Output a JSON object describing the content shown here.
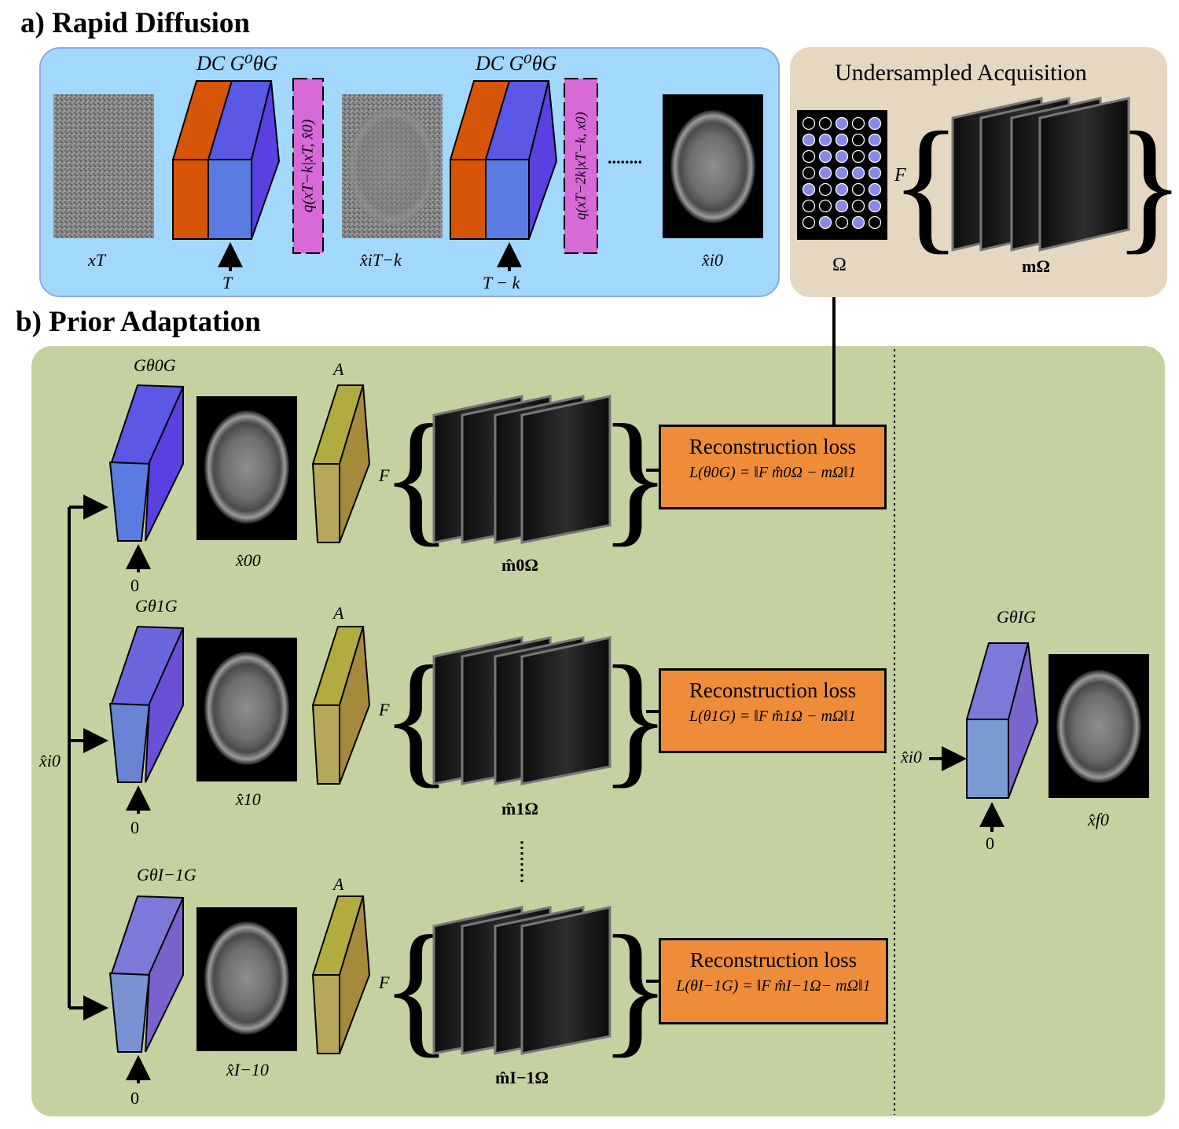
{
  "section_a": {
    "title": "a) Rapid Diffusion",
    "block1_label": "DC G⁰θG",
    "block2_label": "DC G⁰θG",
    "q1_label": "q(xT−k|xT, x̂0)",
    "q2_label": "q(xT−2k|xT−k, x0)",
    "x_T": "xT",
    "x_hat_Tk": "x̂iT−k",
    "x_hat_0": "x̂i0",
    "arrow1": "T",
    "arrow2": "T − k",
    "dots": "........"
  },
  "acquisition": {
    "title": "Undersampled Acquisition",
    "omega": "Ω",
    "fourier": "F",
    "m_omega": "mΩ",
    "mask_pattern": [
      [
        0,
        0,
        1,
        0,
        1
      ],
      [
        1,
        1,
        1,
        0,
        1
      ],
      [
        0,
        1,
        1,
        0,
        1
      ],
      [
        0,
        1,
        1,
        1,
        1
      ],
      [
        1,
        0,
        1,
        0,
        1
      ],
      [
        0,
        0,
        1,
        0,
        1
      ],
      [
        0,
        1,
        0,
        1,
        0
      ]
    ]
  },
  "section_b": {
    "title": "b) Prior Adaptation",
    "input_label": "x̂i0",
    "rows": [
      {
        "gen": "Gθ0G",
        "image": "x̂00",
        "op": "A",
        "fourier": "F",
        "meas": "m̂0Ω",
        "input": "0",
        "loss_title": "Reconstruction loss",
        "loss_formula": "L(θ0G) = ‖F m̂0Ω − mΩ‖1"
      },
      {
        "gen": "Gθ1G",
        "image": "x̂10",
        "op": "A",
        "fourier": "F",
        "meas": "m̂1Ω",
        "input": "0",
        "loss_title": "Reconstruction loss",
        "loss_formula": "L(θ1G) = ‖F m̂1Ω − mΩ‖1"
      },
      {
        "gen": "GθI−1G",
        "image": "x̂I−10",
        "op": "A",
        "fourier": "F",
        "meas": "m̂I−1Ω",
        "input": "0",
        "loss_title": "Reconstruction loss",
        "loss_formula": "L(θI−1G) = ‖F m̂I−1Ω− mΩ‖1"
      }
    ],
    "final": {
      "gen": "GθIG",
      "input": "x̂i0",
      "noise": "0",
      "output": "x̂f0"
    }
  },
  "colors": {
    "panel_a": "#a2d8fb",
    "panel_a_border": "#8fa8e8",
    "panel_acq": "#e6d7c0",
    "panel_b": "#c6d1a2",
    "orange": "#d65508",
    "blue_front": "#5a7ce0",
    "blue_side": "#5a40e0",
    "blue_top": "#5a58e4",
    "magenta": "#d86ad8",
    "olive_front": "#b5a85a",
    "olive_side": "#a58a3c",
    "olive_top": "#b2ac40",
    "loss_box": "#ef8c3a",
    "mask_dot": "#8a88e6"
  }
}
